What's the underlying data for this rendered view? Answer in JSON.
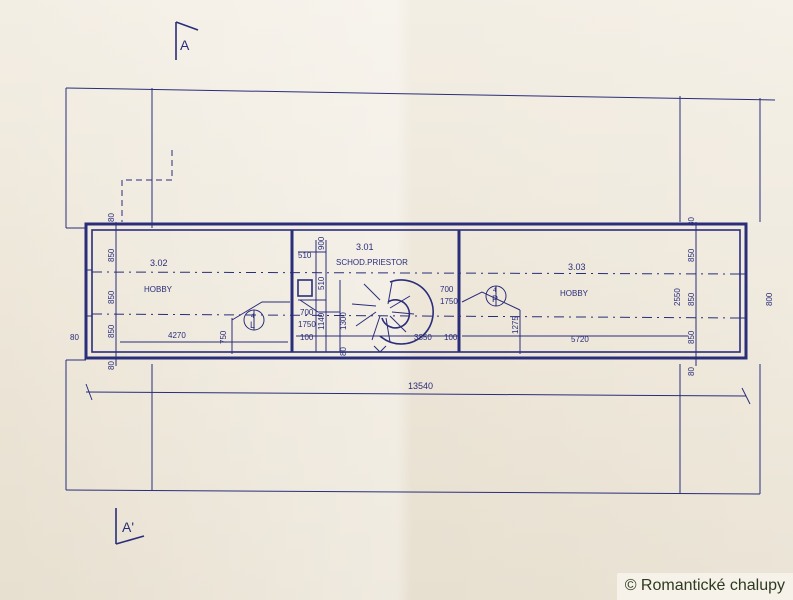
{
  "plan": {
    "section_marker_top": "A",
    "section_marker_bottom": "A'",
    "rooms": [
      {
        "number": "3.02",
        "name": "HOBBY"
      },
      {
        "number": "3.01",
        "name": "SCHOD.PRIESTOR"
      },
      {
        "number": "3.03",
        "name": "HOBBY"
      }
    ],
    "dimensions": {
      "overall_length": "13540",
      "room_302_length": "4270",
      "room_301_length": "3350",
      "room_303_length": "5720",
      "left_wall_80_top": "80",
      "left_wall_80_mid": "80",
      "left_wall_80_bot": "80",
      "left_850_a": "850",
      "left_850_b": "850",
      "left_850_c": "850",
      "dim_750": "750",
      "dim_510_a": "510",
      "dim_510_b": "510",
      "dim_900": "900",
      "dim_700_a": "700",
      "dim_1750_a": "1750",
      "dim_1140": "1140",
      "dim_1300": "1300",
      "dim_100_a": "100",
      "dim_100_b": "100",
      "dim_80_stair": "80",
      "dim_700_b": "700",
      "dim_1750_b": "1750",
      "dim_1275": "1275",
      "dim_2550": "2550",
      "right_850_a": "850",
      "right_850_b": "850",
      "right_850_c": "850",
      "right_80_top": "80",
      "right_80_bot": "80",
      "right_800": "800"
    },
    "symbols": {
      "left_marker": "L",
      "right_marker": "P",
      "arrow_number": "4"
    }
  },
  "watermark": "© Romantické chalupy"
}
